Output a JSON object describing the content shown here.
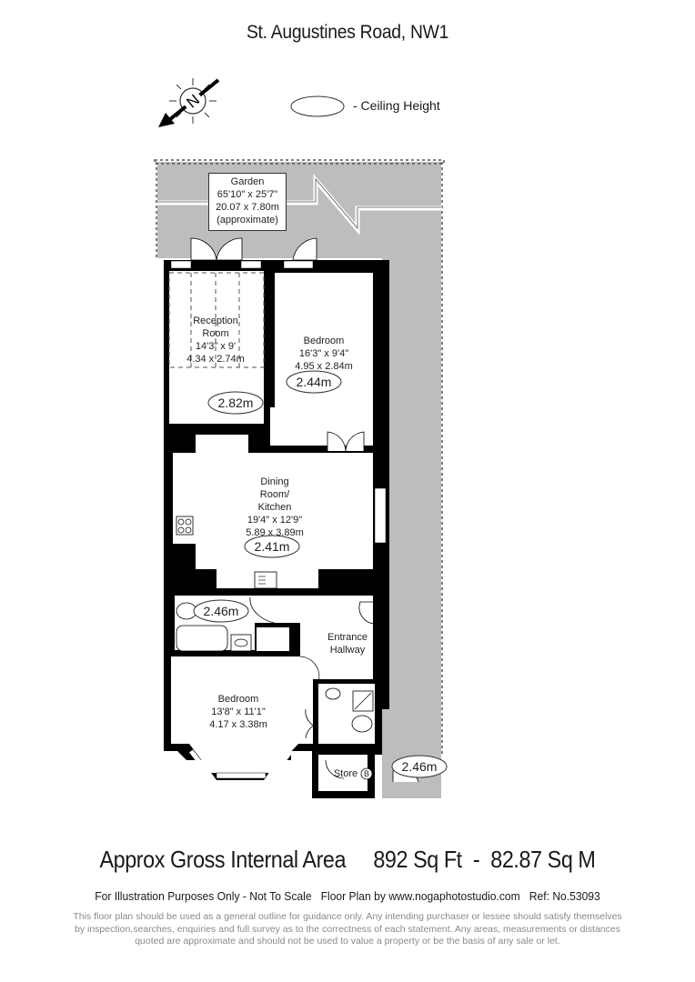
{
  "title": "St. Augustines Road, NW1",
  "compass": {
    "icon": "compass-north-icon",
    "label": "N"
  },
  "legend": {
    "icon": "ceiling-height-ellipse-icon",
    "label": "- Ceiling Height"
  },
  "rooms": {
    "garden": {
      "name": "Garden",
      "imperial": "65'10\" x 25'7\"",
      "metric": "20.07 x 7.80m",
      "note": "(approximate)"
    },
    "reception": {
      "name_line1": "Reception",
      "name_line2": "Room",
      "imperial": "14'3\" x 9'",
      "metric": "4.34 x 2.74m",
      "ceiling": "2.82m"
    },
    "bedroom1": {
      "name": "Bedroom",
      "imperial": "16'3\" x 9'4\"",
      "metric": "4.95 x 2.84m",
      "ceiling": "2.44m"
    },
    "dining": {
      "name_line1": "Dining",
      "name_line2": "Room/",
      "name_line3": "Kitchen",
      "imperial": "19'4\" x 12'9\"",
      "metric": "5.89 x 3.89m",
      "ceiling": "2.41m"
    },
    "bathroom": {
      "ceiling": "2.46m"
    },
    "entrance": {
      "name_line1": "Entrance",
      "name_line2": "Hallway"
    },
    "bedroom2": {
      "name": "Bedroom",
      "imperial": "13'8\" x 11'1\"",
      "metric": "4.17 x 3.38m"
    },
    "store": {
      "name": "Store",
      "badge": "B",
      "ceiling": "2.46m"
    }
  },
  "area": {
    "label": "Approx Gross Internal Area",
    "sqft": "892 Sq Ft",
    "separator": "-",
    "sqm": "82.87 Sq M"
  },
  "footer": {
    "line1": "For Illustration Purposes Only - Not To Scale   Floor Plan by www.nogaphotostudio.com   Ref: No.53093",
    "disclaimer": "This floor plan should be used as a general outline for guidance only. Any intending purchaser or lessee should satisfy themselves by inspection,searches, enquiries and full survey as to the correctness of each statement. Any areas, measurements or distances quoted are approximate and should not be used to value a property or be the basis of any sale or let."
  },
  "colors": {
    "wall": "#000000",
    "garden": "#bdbdbd",
    "text": "#1a1a1a",
    "disclaimer": "#8a8a8a"
  }
}
